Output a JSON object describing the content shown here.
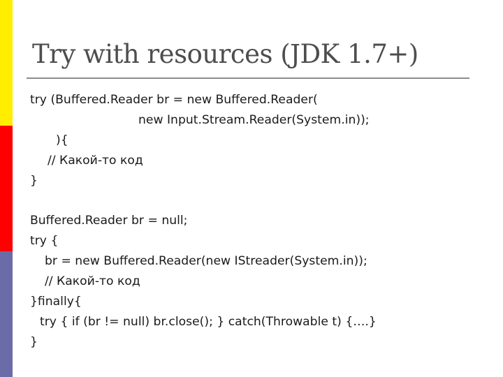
{
  "slide": {
    "title": "Try with resources (JDK 1.7+)",
    "colors": {
      "bar_top": "#ffee00",
      "bar_middle": "#ff0000",
      "bar_bottom": "#6b6ba8",
      "title": "#4d4d4d"
    }
  },
  "code": {
    "block1": [
      "try (Buffered.Reader br = new Buffered.Reader(",
      "new Input.Stream.Reader(System.in));",
      "){",
      "// Какой-то код",
      "}"
    ],
    "block2": [
      "Buffered.Reader br = null;",
      "try {",
      "br = new Buffered.Reader(new IStreader(System.in));",
      "// Какой-то код",
      "}finally{",
      "try { if (br != null) br.close(); } catch(Throwable t) {….}",
      "}"
    ]
  }
}
